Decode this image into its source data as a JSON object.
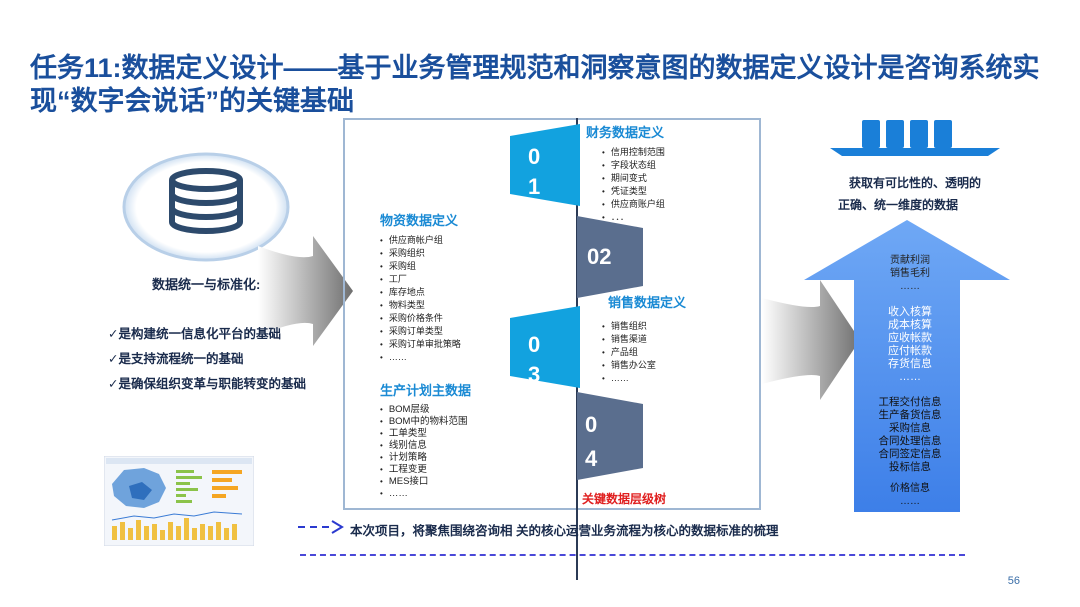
{
  "title": "任务11:数据定义设计——基于业务管理规范和洞察意图的数据定义设计是咨询系统实现“数字会说话”的关键基础",
  "left": {
    "heading": "数据统一与标准化:",
    "checks": [
      "✓是构建统一信息化平台的基础",
      "✓是支持流程统一的基础",
      "✓是确保组织变革与职能转变的基础"
    ]
  },
  "center": {
    "sections": [
      {
        "title": "财务数据定义",
        "items": [
          "信用控制范围",
          "字段状态组",
          "期间变式",
          "凭证类型",
          "供应商账户组",
          "．．．"
        ]
      },
      {
        "title": "物资数据定义",
        "items": [
          "供应商帐户组",
          "采购组织",
          "采购组",
          "工厂",
          "库存地点",
          "物料类型",
          "采购价格条件",
          "采购订单类型",
          "采购订单审批策略",
          "……"
        ]
      },
      {
        "title": "销售数据定义",
        "items": [
          "销售组织",
          "销售渠道",
          "产品组",
          "销售办公室",
          "……"
        ]
      },
      {
        "title": "生产计划主数据",
        "items": [
          "BOM层级",
          "BOM中的物料范围",
          "工单类型",
          "线别信息",
          "计划策略",
          "工程变更",
          "MES接口",
          "……"
        ]
      }
    ],
    "numbers": [
      "0\n1",
      "02",
      "0\n3",
      "0\n4"
    ],
    "tree_label": "关键数据层级树"
  },
  "right": {
    "line1": "获取有可比性的、透明的",
    "line2": "正确、统一维度的数据",
    "group1": [
      "贡献利润",
      "销售毛利",
      "……"
    ],
    "group2": [
      "收入核算",
      "成本核算",
      "应收帐款",
      "应付帐款",
      "存货信息",
      "……"
    ],
    "group3": [
      "工程交付信息",
      "生产备货信息",
      "采购信息",
      "合同处理信息",
      "合同签定信息",
      "投标信息"
    ],
    "group4": [
      "价格信息",
      "……"
    ]
  },
  "bottom": {
    "text": "本次项目，将聚焦围绕咨询相    关的核心运营业务流程为核心的数据标准的梳理"
  },
  "page_number": "56",
  "colors": {
    "title": "#1a4f9c",
    "accent_blue": "#12a2df",
    "dark_tag": "#5a6e8e",
    "arrow_blue": "#4d8ff0"
  }
}
